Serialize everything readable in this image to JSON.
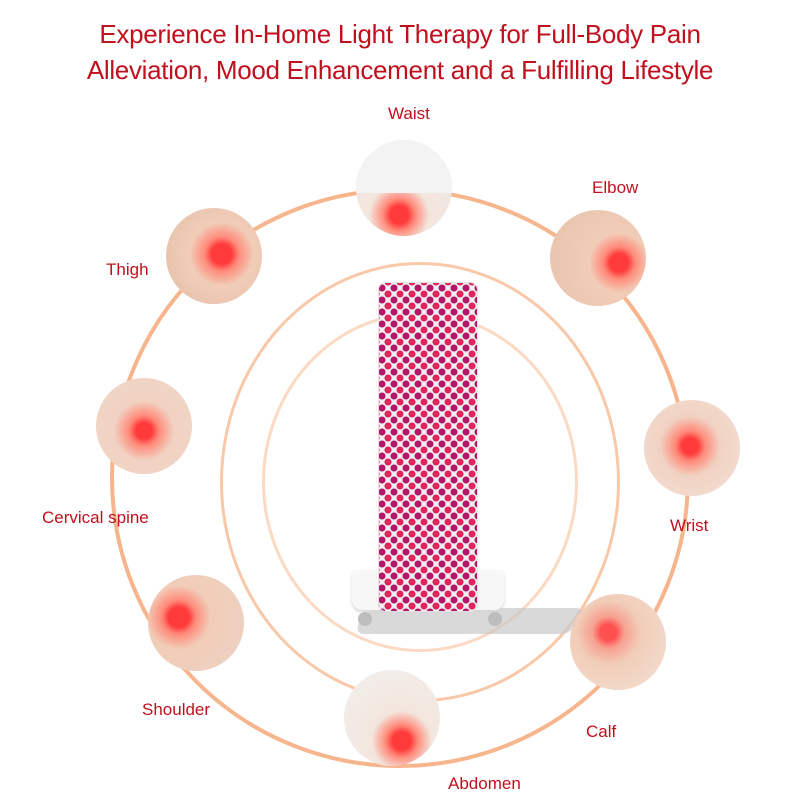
{
  "header": {
    "title_line1": "Experience In-Home Light Therapy for Full-Body Pain",
    "title_line2": "Alleviation, Mood Enhancement and a Fulfilling Lifestyle"
  },
  "colors": {
    "title": "#c0101e",
    "ring": "#f6b58c",
    "highlight": "#ff3a3a"
  },
  "body_areas": [
    {
      "label": "Waist"
    },
    {
      "label": "Elbow"
    },
    {
      "label": "Thigh"
    },
    {
      "label": "Cervical spine"
    },
    {
      "label": "Wrist"
    },
    {
      "label": "Shoulder"
    },
    {
      "label": "Calf"
    },
    {
      "label": "Abdomen"
    }
  ],
  "device": {
    "name": "red-light-therapy-panel"
  }
}
